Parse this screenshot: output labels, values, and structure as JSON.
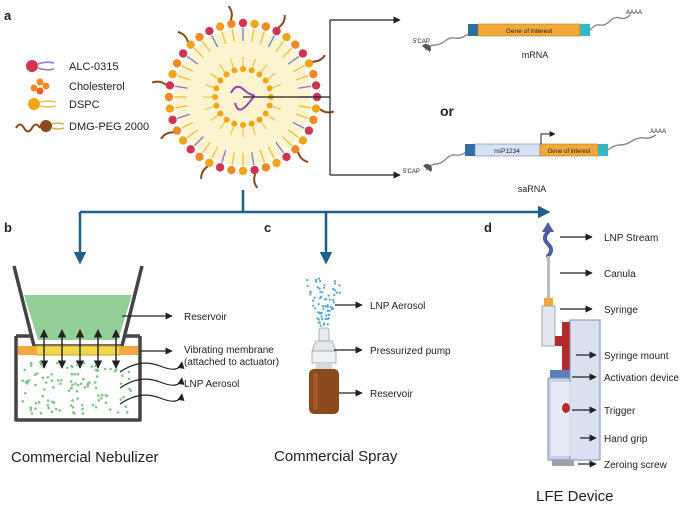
{
  "panels": {
    "a": "a",
    "b": "b",
    "c": "c",
    "d": "d"
  },
  "legend": [
    {
      "label": "ALC-0315",
      "icon": "ionizable-lipid-icon",
      "color": "#d1344e"
    },
    {
      "label": "Cholesterol",
      "icon": "cholesterol-icon",
      "color": "#f08a24"
    },
    {
      "label": "DSPC",
      "icon": "phospholipid-icon",
      "color": "#f2a516"
    },
    {
      "label": "DMG-PEG 2000",
      "icon": "peg-lipid-icon",
      "color": "#8b4a1e"
    }
  ],
  "mrna": {
    "cap": "5'CAP",
    "gene": "Gene of interest",
    "tail": "AAAA",
    "label": "mRNA"
  },
  "or_label": "or",
  "sarna": {
    "cap": "5'CAP",
    "nsp": "nsP1234",
    "gene": "Gene of interest",
    "tail": "AAAA",
    "label": "saRNA"
  },
  "nebulizer": {
    "title": "Commercial Nebulizer",
    "labels": {
      "reservoir": "Reservoir",
      "membrane_line1": "Vibrating membrane",
      "membrane_line2": "(attached to actuator)",
      "aerosol": "LNP Aerosol"
    }
  },
  "spray": {
    "title": "Commercial Spray",
    "labels": {
      "aerosol": "LNP Aerosol",
      "pump": "Pressurized pump",
      "reservoir": "Reservoir"
    }
  },
  "lfe": {
    "title": "LFE Device",
    "labels": {
      "stream": "LNP Stream",
      "canula": "Canula",
      "syringe": "Syringe",
      "mount": "Syringe mount",
      "activation": "Activation device",
      "trigger": "Trigger",
      "grip": "Hand grip",
      "zeroing": "Zeroing screw"
    }
  },
  "colors": {
    "flow_arrow": "#1f5f8b",
    "reservoir_liquid": "#93cf97",
    "membrane": "#f4d64e",
    "gene_box": "#f2a93b",
    "utr_left": "#2f6f9f",
    "utr_right": "#35b7c6",
    "nsp_box": "#d7e3f4",
    "device_red": "#b52a2a",
    "device_body": "#c7d2ea"
  }
}
